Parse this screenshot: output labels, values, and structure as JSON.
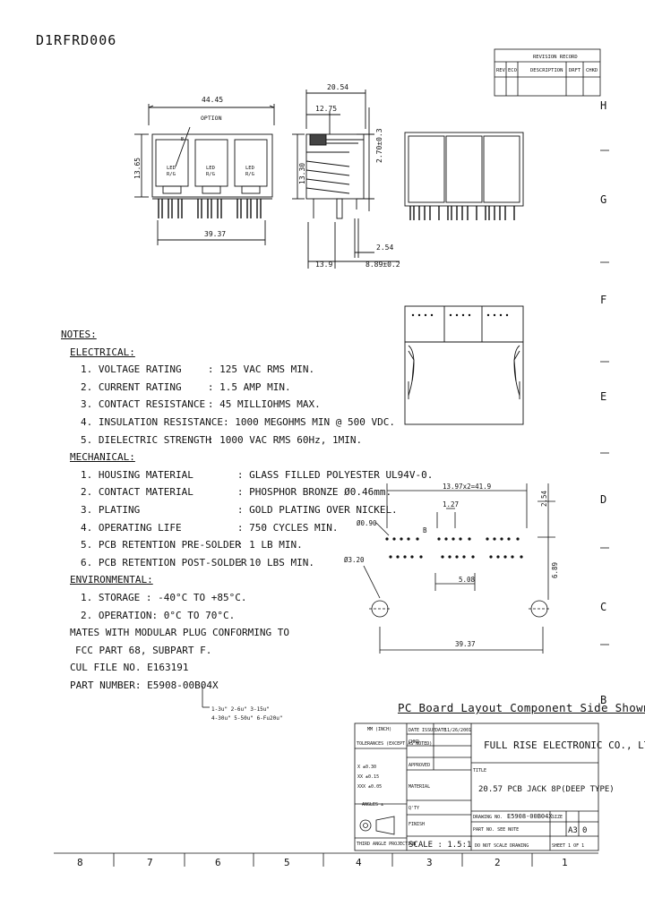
{
  "doc_number": "D1RFRD006",
  "revision_block": {
    "title": "REVISION RECORD",
    "headers": [
      "REV",
      "ECO",
      "DESCRIPTION",
      "DRFT",
      "CHKD"
    ]
  },
  "side_zone_letters": [
    "H",
    "G",
    "F",
    "E",
    "D",
    "C",
    "B"
  ],
  "bottom_zone_numbers": [
    "8",
    "7",
    "6",
    "5",
    "4",
    "3",
    "2",
    "1"
  ],
  "front_view": {
    "dim_width": "44.45",
    "dim_height": "13.65",
    "dim_pitch": "39.37",
    "label_option": "OPTION",
    "label_b": "B",
    "led_labels": [
      "LED",
      "LED",
      "LED"
    ],
    "led_sub": [
      "R/G",
      "R/G",
      "R/G"
    ]
  },
  "side_view": {
    "dim_depth": "20.54",
    "dim_12_75": "12.75",
    "dim_13_30": "13.30",
    "dim_2_70": "2.70±0.3",
    "dim_2_54": "2.54",
    "dim_13_9": "13.9",
    "dim_8_89": "8.89±0.2"
  },
  "notes": {
    "heading": "NOTES:",
    "electrical": {
      "heading": "ELECTRICAL:",
      "items": [
        {
          "n": "1.",
          "k": "VOLTAGE RATING",
          "v": ": 125 VAC RMS MIN."
        },
        {
          "n": "2.",
          "k": "CURRENT RATING",
          "v": ": 1.5 AMP MIN."
        },
        {
          "n": "3.",
          "k": "CONTACT RESISTANCE",
          "v": ": 45 MILLIOHMS MAX."
        },
        {
          "n": "4.",
          "k": "INSULATION RESISTANCE",
          "v": ": 1000 MEGOHMS MIN @ 500 VDC."
        },
        {
          "n": "5.",
          "k": "DIELECTRIC STRENGTH",
          "v": ": 1000 VAC RMS 60Hz, 1MIN."
        }
      ]
    },
    "mechanical": {
      "heading": "MECHANICAL:",
      "items": [
        {
          "n": "1.",
          "k": "HOUSING MATERIAL",
          "v": ": GLASS FILLED POLYESTER UL94V-0."
        },
        {
          "n": "2.",
          "k": "CONTACT MATERIAL",
          "v": ": PHOSPHOR BRONZE Ø0.46mm."
        },
        {
          "n": "3.",
          "k": "PLATING",
          "v": ": GOLD PLATING OVER NICKEL."
        },
        {
          "n": "4.",
          "k": "OPERATING LIFE",
          "v": ": 750 CYCLES MIN."
        },
        {
          "n": "5.",
          "k": "PCB RETENTION PRE-SOLDER",
          "v": ": 1 LB MIN."
        },
        {
          "n": "6.",
          "k": "PCB RETENTION POST-SOLDER",
          "v": ": 10 LBS MIN."
        }
      ]
    },
    "environmental": {
      "heading": "ENVIRONMENTAL:",
      "items": [
        {
          "n": "1.",
          "text": "STORAGE : -40°C TO +85°C."
        },
        {
          "n": "2.",
          "text": "OPERATION: 0°C TO 70°C."
        }
      ]
    },
    "mates_1": "MATES WITH MODULAR PLUG CONFORMING TO",
    "mates_2": "FCC PART 68, SUBPART F.",
    "cul_file": "CUL FILE NO. E163191",
    "part_number": "PART NUMBER: E5908-00B04X",
    "plating_codes_1": "1-3u\" 2-6u\" 3-15u\"",
    "plating_codes_2": "4-30u\" 5-50u\" 6-Fu20u\""
  },
  "pcb_layout": {
    "caption": "PC Board Layout Component Side Shown",
    "dim_span": "13.97x2=41.9",
    "dim_1_27": "1.27",
    "dim_phi_090": "Ø0.90",
    "dim_phi_320": "Ø3.20",
    "dim_5_08": "5.08",
    "dim_2_54": "2.54",
    "dim_6_89": "6.89",
    "dim_39_37": "39.37",
    "label_b": "B"
  },
  "title_block": {
    "unit_label": "MM\n(INCH)",
    "tolerance_label": "TOLERANCES (EXCEPT AS NOTED)",
    "tol_rows": [
      "X  ±0.30",
      "XX ±0.15",
      "XXX ±0.05"
    ],
    "angles": "ANGLES ±",
    "third_angle": "THIRD ANGLE PROJECTION",
    "drawn_by_label": "DATE ISSUE",
    "date_label": "DATE",
    "date_value": "11/26/2001",
    "chkd_label": "CHKD",
    "approved_label": "APPROVED",
    "material_label": "MATERIAL",
    "qty_label": "Q'TY",
    "finish_label": "FINISH",
    "scale_label": "SCALE : 1.5:1",
    "company": "FULL RISE ELECTRONIC CO., LTD",
    "title_label": "TITLE",
    "title_value": "20.57 PCB JACK 8P(DEEP TYPE)",
    "drawing_no_label": "DRAWING NO.",
    "drawing_no_value": "E5908-00B04X",
    "part_no_label": "PART NO. SEE NOTE",
    "size_label": "SIZE",
    "size_value": "A3",
    "rev_value": "0",
    "do_not_scale": "DO NOT SCALE DRAWING",
    "sheet": "SHEET 1 OF 1"
  }
}
